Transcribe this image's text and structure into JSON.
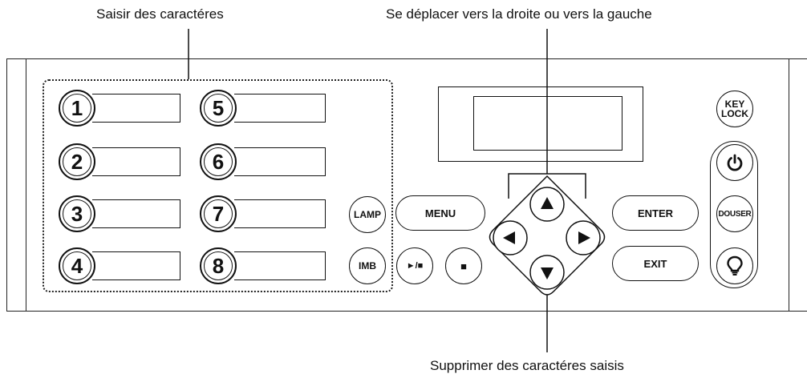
{
  "captions": {
    "top_left": "Saisir des caractéres",
    "top_right": "Se déplacer vers la droite ou vers la gauche",
    "bottom": "Supprimer des caractéres saisis"
  },
  "number_buttons": [
    "1",
    "2",
    "3",
    "4",
    "5",
    "6",
    "7",
    "8"
  ],
  "buttons": {
    "lamp": "LAMP",
    "imb": "IMB",
    "menu": "MENU",
    "enter": "ENTER",
    "exit": "EXIT",
    "key_lock": "KEY\nLOCK",
    "douser": "DOUSER"
  },
  "icons": {
    "play_stop": "play-pause-icon",
    "stop": "stop-icon",
    "up": "arrow-up-icon",
    "down": "arrow-down-icon",
    "left": "arrow-left-icon",
    "right": "arrow-right-icon",
    "power": "power-icon",
    "lamp_bulb": "lightbulb-icon"
  }
}
